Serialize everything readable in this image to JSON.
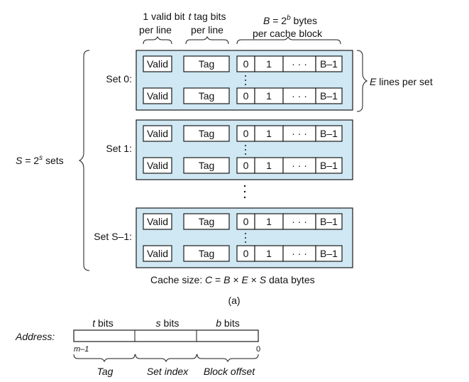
{
  "header": {
    "valid_bit": "1 valid bit",
    "per_line_1": "per line",
    "tag_bits_var": "t",
    "tag_bits": " tag bits",
    "per_line_2": "per line",
    "bytes_B": "B",
    "bytes_eq": " = 2",
    "bytes_exp": "b",
    "bytes_word": " bytes",
    "per_cache_block": "per cache block"
  },
  "line_fields": {
    "valid": "Valid",
    "tag": "Tag",
    "b0": "0",
    "b1": "1",
    "dots": "· · ·",
    "blast": "B–1"
  },
  "sets": [
    {
      "label": "Set 0:"
    },
    {
      "label": "Set 1:"
    },
    {
      "label": "Set S–1:"
    }
  ],
  "left_label": {
    "S": "S",
    "eq": " = 2",
    "exp": "s",
    "rest": " sets"
  },
  "right_label": {
    "E": "E",
    "rest": " lines per set"
  },
  "cache_size": {
    "prefix": "Cache size:  ",
    "C": "C",
    "rest1": " = ",
    "B": "B",
    "x1": " × ",
    "E": "E",
    "x2": " × ",
    "S": "S",
    "rest2": " data bytes"
  },
  "caption": "(a)",
  "address": {
    "label": "Address:",
    "t_bits": "t bits",
    "s_bits": "s bits",
    "b_bits": "b bits",
    "m1": "m–1",
    "zero": "0",
    "tag": "Tag",
    "set_index": "Set index",
    "block_offset": "Block offset"
  }
}
